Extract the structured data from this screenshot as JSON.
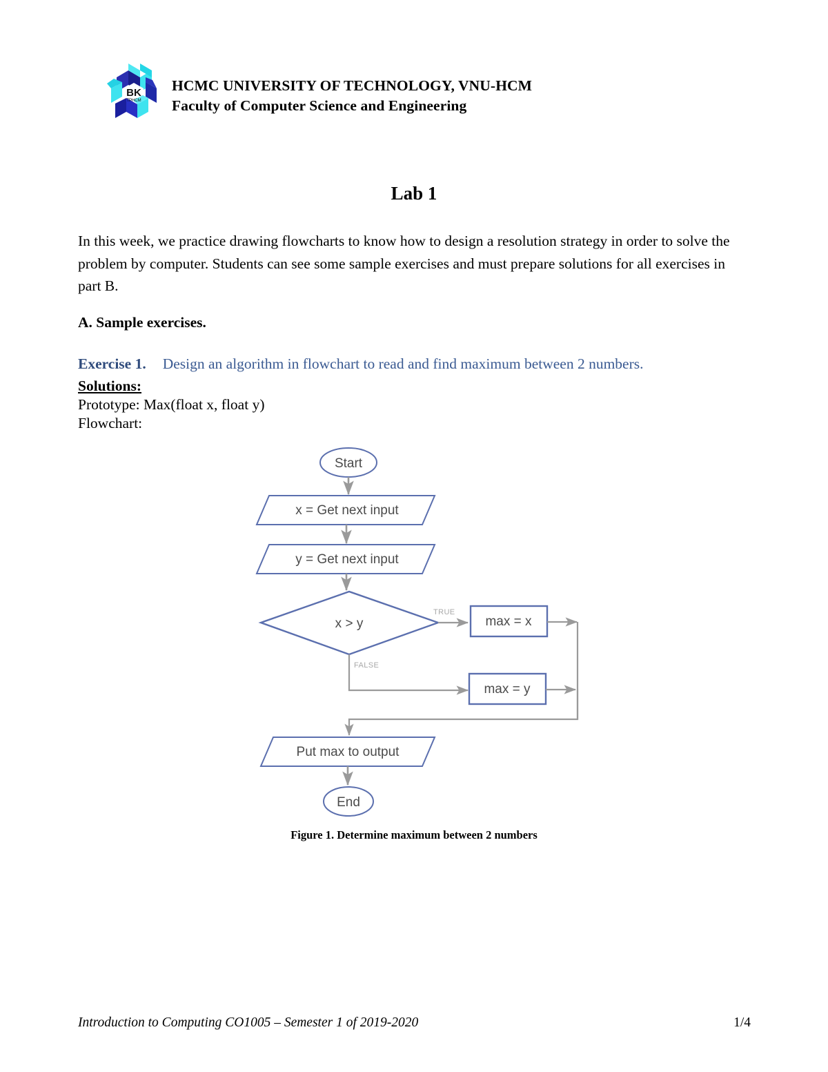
{
  "header": {
    "logo_alt": "bk-hcmut-logo",
    "university": "HCMC UNIVERSITY OF TECHNOLOGY, VNU-HCM",
    "faculty": "Faculty of Computer Science and Engineering"
  },
  "title": "Lab 1",
  "intro": "In this week, we practice drawing flowcharts to know how to design a resolution strategy in order to solve the problem by computer. Students can see some sample exercises and must prepare solutions for all exercises in part B.",
  "section_a": "A. Sample exercises.",
  "exercise": {
    "label": "Exercise 1.",
    "description": "Design an algorithm in flowchart to read and find maximum between 2 numbers.",
    "solutions_label": "Solutions:",
    "prototype": "Prototype: Max(float x, float y)",
    "flowchart_label": "Flowchart:"
  },
  "flowchart": {
    "start": "Start",
    "input_x": "x = Get next input",
    "input_y": "y = Get next input",
    "decision": "x > y",
    "true_label": "TRUE",
    "false_label": "FALSE",
    "max_x": "max = x",
    "max_y": "max = y",
    "output": "Put max to output",
    "end": "End",
    "caption": "Figure 1. Determine maximum between 2 numbers"
  },
  "colors": {
    "shape_border": "#5b6fae",
    "arrow": "#9a9a9a",
    "exercise_blue": "#2f4b7c",
    "exercise_desc_blue": "#3a5a92",
    "shape_text": "#4b4b4b",
    "label_text": "#a8a8a8"
  },
  "footer": {
    "left": "Introduction to Computing CO1005 – Semester 1 of 2019-2020",
    "right": "1/4"
  }
}
